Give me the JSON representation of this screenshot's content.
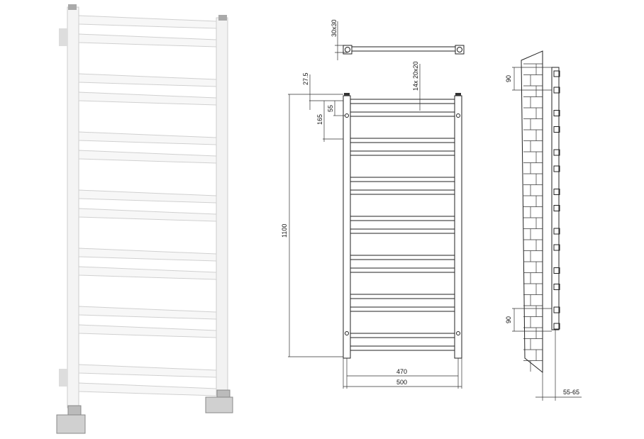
{
  "product_photo": {
    "description_label": "towel-radiator-photo",
    "rail_count": 14
  },
  "drawing": {
    "top_view": {
      "profile_label": "30x30"
    },
    "front_view": {
      "top_offset": "27.5",
      "first_gap": "55",
      "rail_pitch": "165",
      "rails_label": "14x 20x20",
      "height": "1100",
      "inner_width": "470",
      "outer_width": "500"
    },
    "side_view": {
      "top_bracket": "90",
      "bottom_bracket": "90",
      "wall_distance": "55-65"
    }
  }
}
